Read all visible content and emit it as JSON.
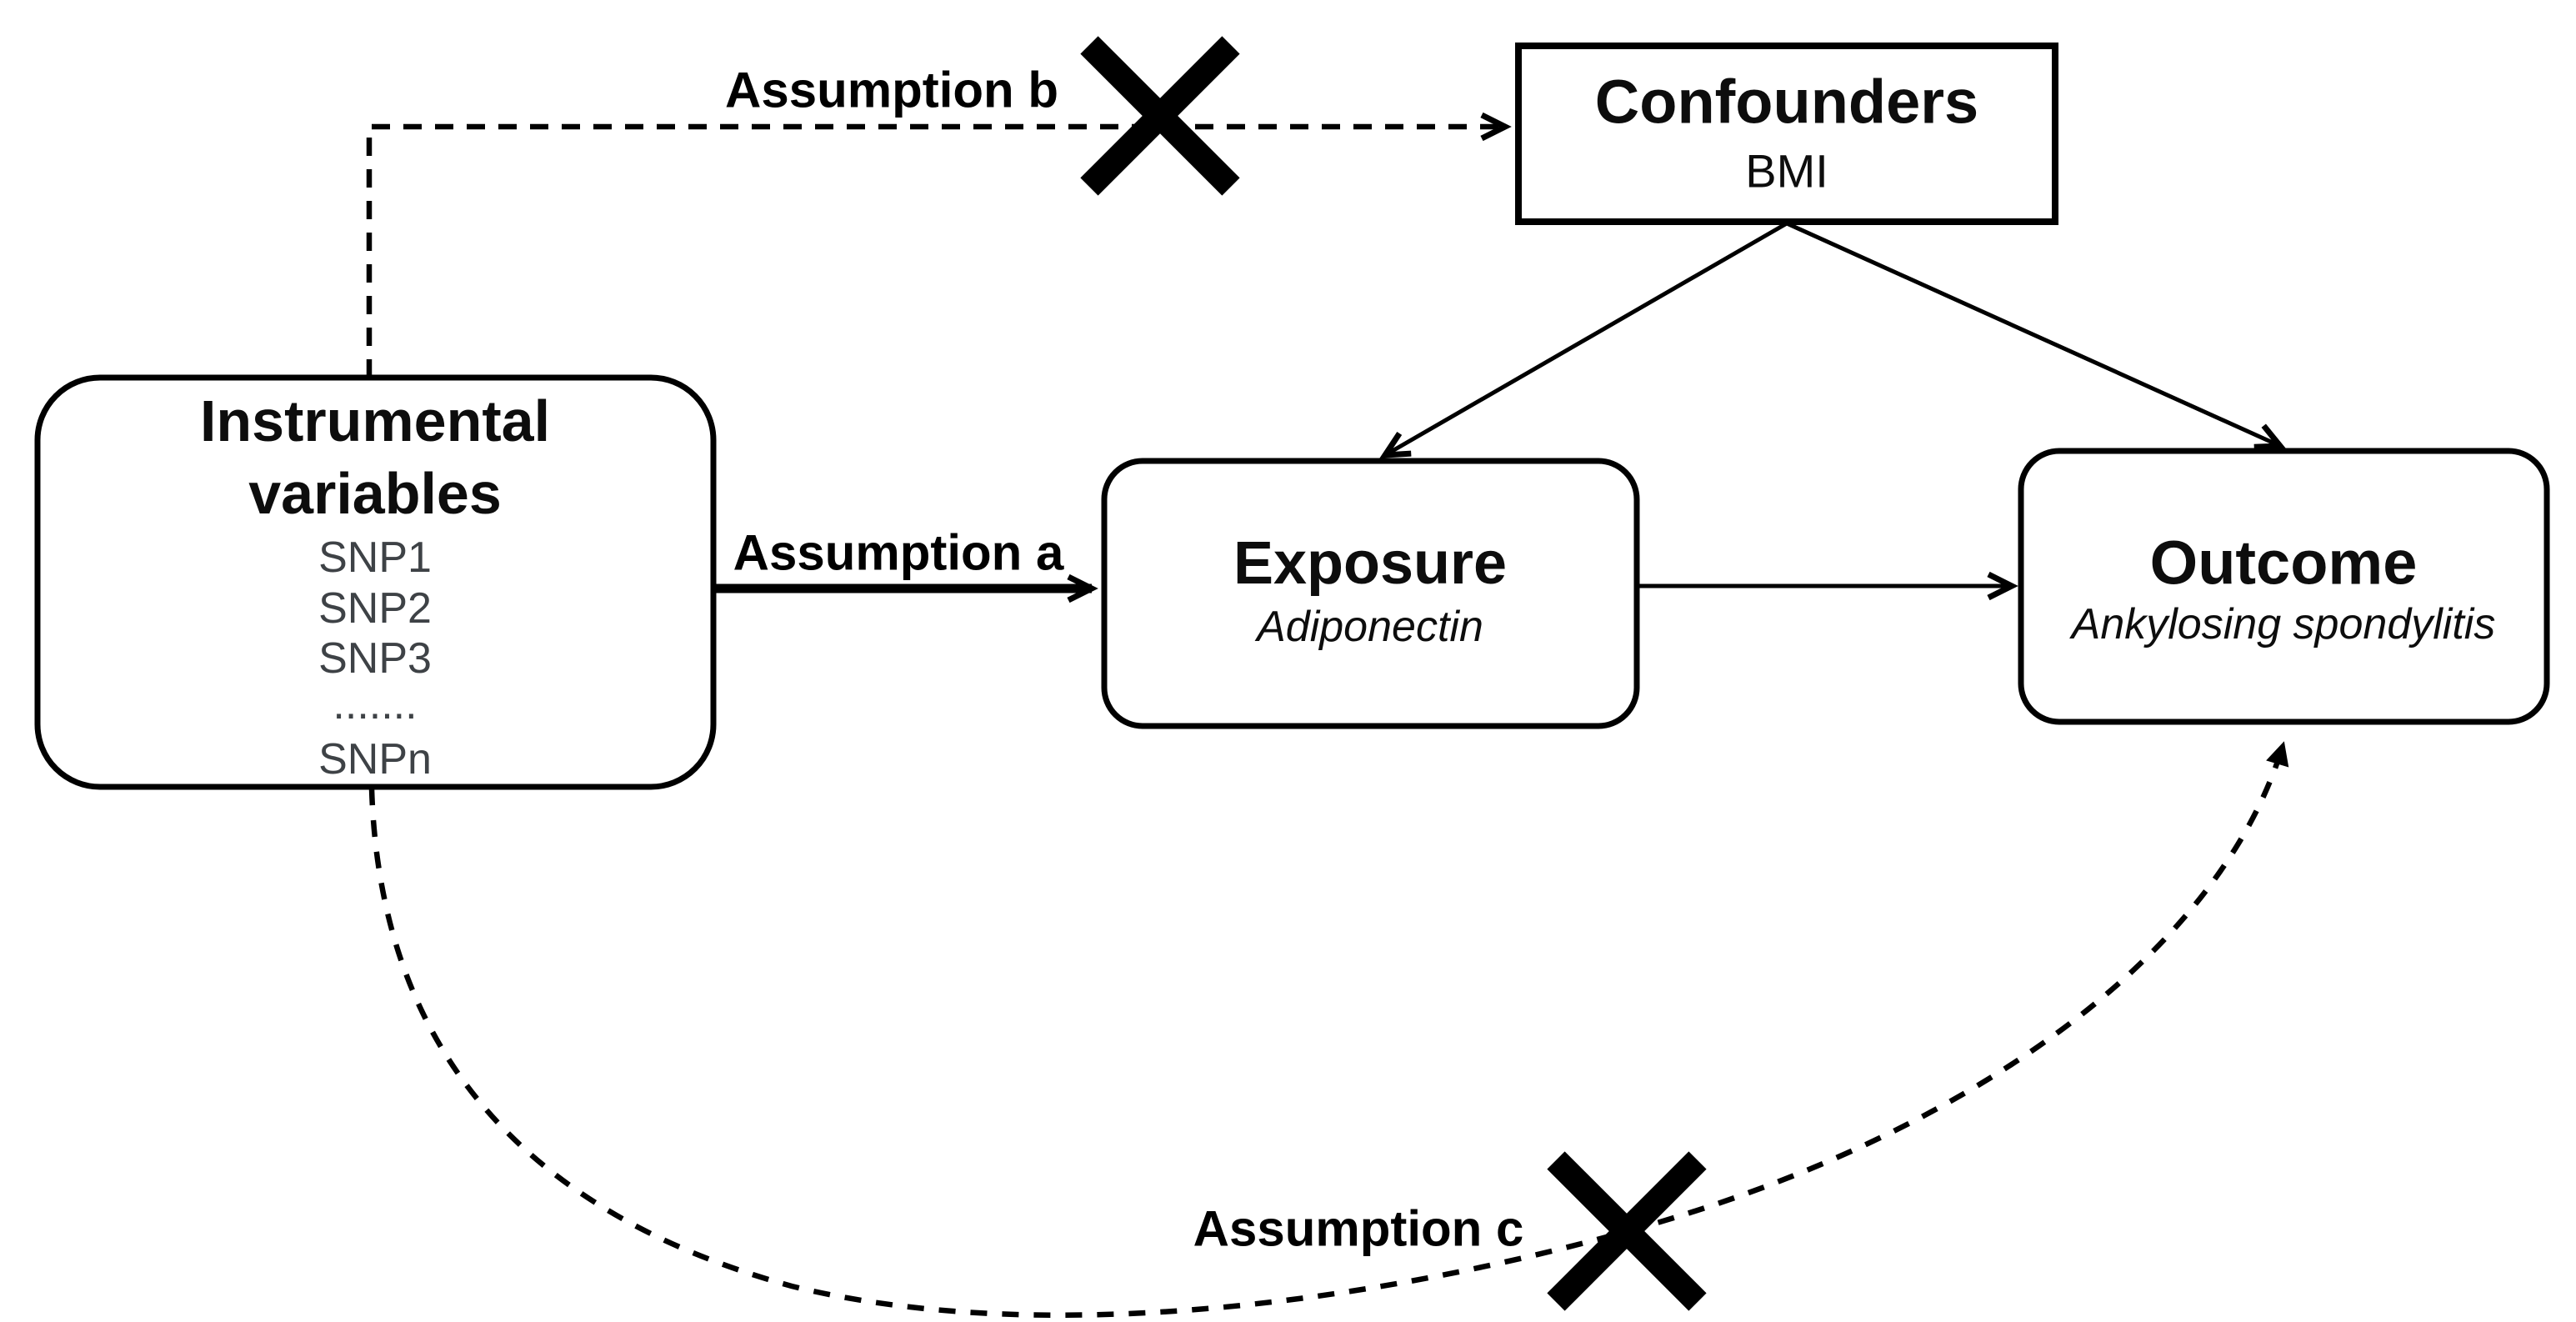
{
  "diagram": {
    "title": "Mendelian randomization assumptions diagram",
    "colors": {
      "background": "#ffffff",
      "ink": "#000000",
      "iv_text": "#35393f",
      "snp_text": "#3e4246"
    },
    "nodes": {
      "instrumental_variables": {
        "title_line1": "Instrumental",
        "title_line2": "variables",
        "items": [
          "SNP1",
          "SNP2",
          "SNP3",
          ".......",
          "SNPn"
        ]
      },
      "confounders": {
        "title": "Confounders",
        "subtitle": "BMI"
      },
      "exposure": {
        "title": "Exposure",
        "subtitle": "Adiponectin"
      },
      "outcome": {
        "title": "Outcome",
        "subtitle": "Ankylosing spondylitis"
      }
    },
    "edges": {
      "assumption_a": {
        "label": "Assumption a",
        "style": "solid-thick-arrow",
        "crossed_out": false
      },
      "assumption_b": {
        "label": "Assumption b",
        "style": "dashed-arrow",
        "crossed_out": true
      },
      "assumption_c": {
        "label": "Assumption c",
        "style": "dashed-curved-arrow",
        "crossed_out": true
      },
      "confounders_to_exposure": {
        "style": "solid-arrow"
      },
      "confounders_to_outcome": {
        "style": "solid-arrow"
      },
      "exposure_to_outcome": {
        "style": "solid-arrow"
      }
    }
  }
}
